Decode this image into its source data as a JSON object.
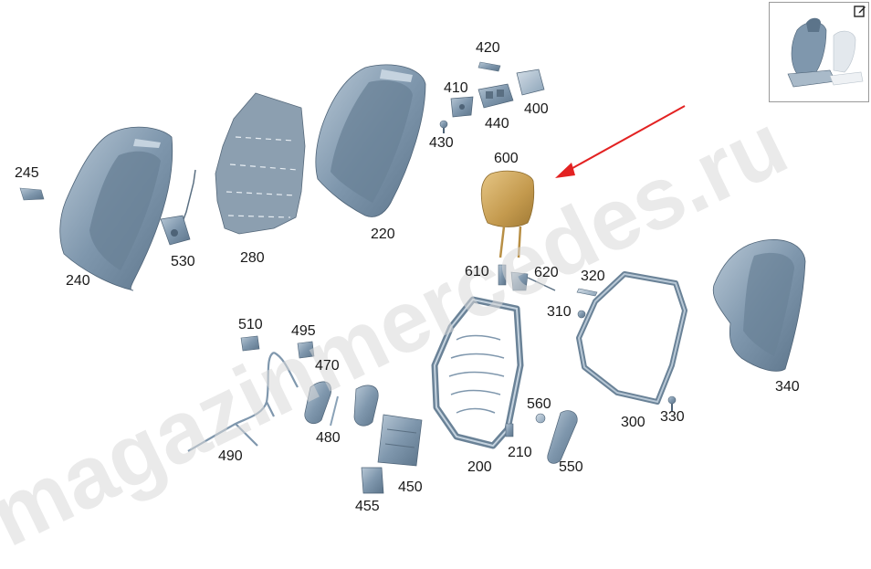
{
  "diagram": {
    "parts": [
      {
        "id": "245",
        "label": "245"
      },
      {
        "id": "240",
        "label": "240"
      },
      {
        "id": "530",
        "label": "530"
      },
      {
        "id": "280",
        "label": "280"
      },
      {
        "id": "220",
        "label": "220"
      },
      {
        "id": "420",
        "label": "420"
      },
      {
        "id": "410",
        "label": "410"
      },
      {
        "id": "440",
        "label": "440"
      },
      {
        "id": "400",
        "label": "400"
      },
      {
        "id": "430",
        "label": "430"
      },
      {
        "id": "600",
        "label": "600"
      },
      {
        "id": "610",
        "label": "610"
      },
      {
        "id": "620",
        "label": "620"
      },
      {
        "id": "320",
        "label": "320"
      },
      {
        "id": "310",
        "label": "310"
      },
      {
        "id": "340",
        "label": "340"
      },
      {
        "id": "510",
        "label": "510"
      },
      {
        "id": "495",
        "label": "495"
      },
      {
        "id": "470",
        "label": "470"
      },
      {
        "id": "480",
        "label": "480"
      },
      {
        "id": "490",
        "label": "490"
      },
      {
        "id": "450",
        "label": "450"
      },
      {
        "id": "455",
        "label": "455"
      },
      {
        "id": "200",
        "label": "200"
      },
      {
        "id": "210",
        "label": "210"
      },
      {
        "id": "560",
        "label": "560"
      },
      {
        "id": "550",
        "label": "550"
      },
      {
        "id": "300",
        "label": "300"
      },
      {
        "id": "330",
        "label": "330"
      }
    ],
    "highlighted_part": "600",
    "watermark_text": "magazinmercedes.ru",
    "colors": {
      "part_fill": "#7f97ad",
      "part_highlight": "#c49a4e",
      "arrow": "#e32222",
      "watermark": "#d9d9d9"
    }
  },
  "thumbnail": {
    "edit_icon": "edit-icon"
  }
}
